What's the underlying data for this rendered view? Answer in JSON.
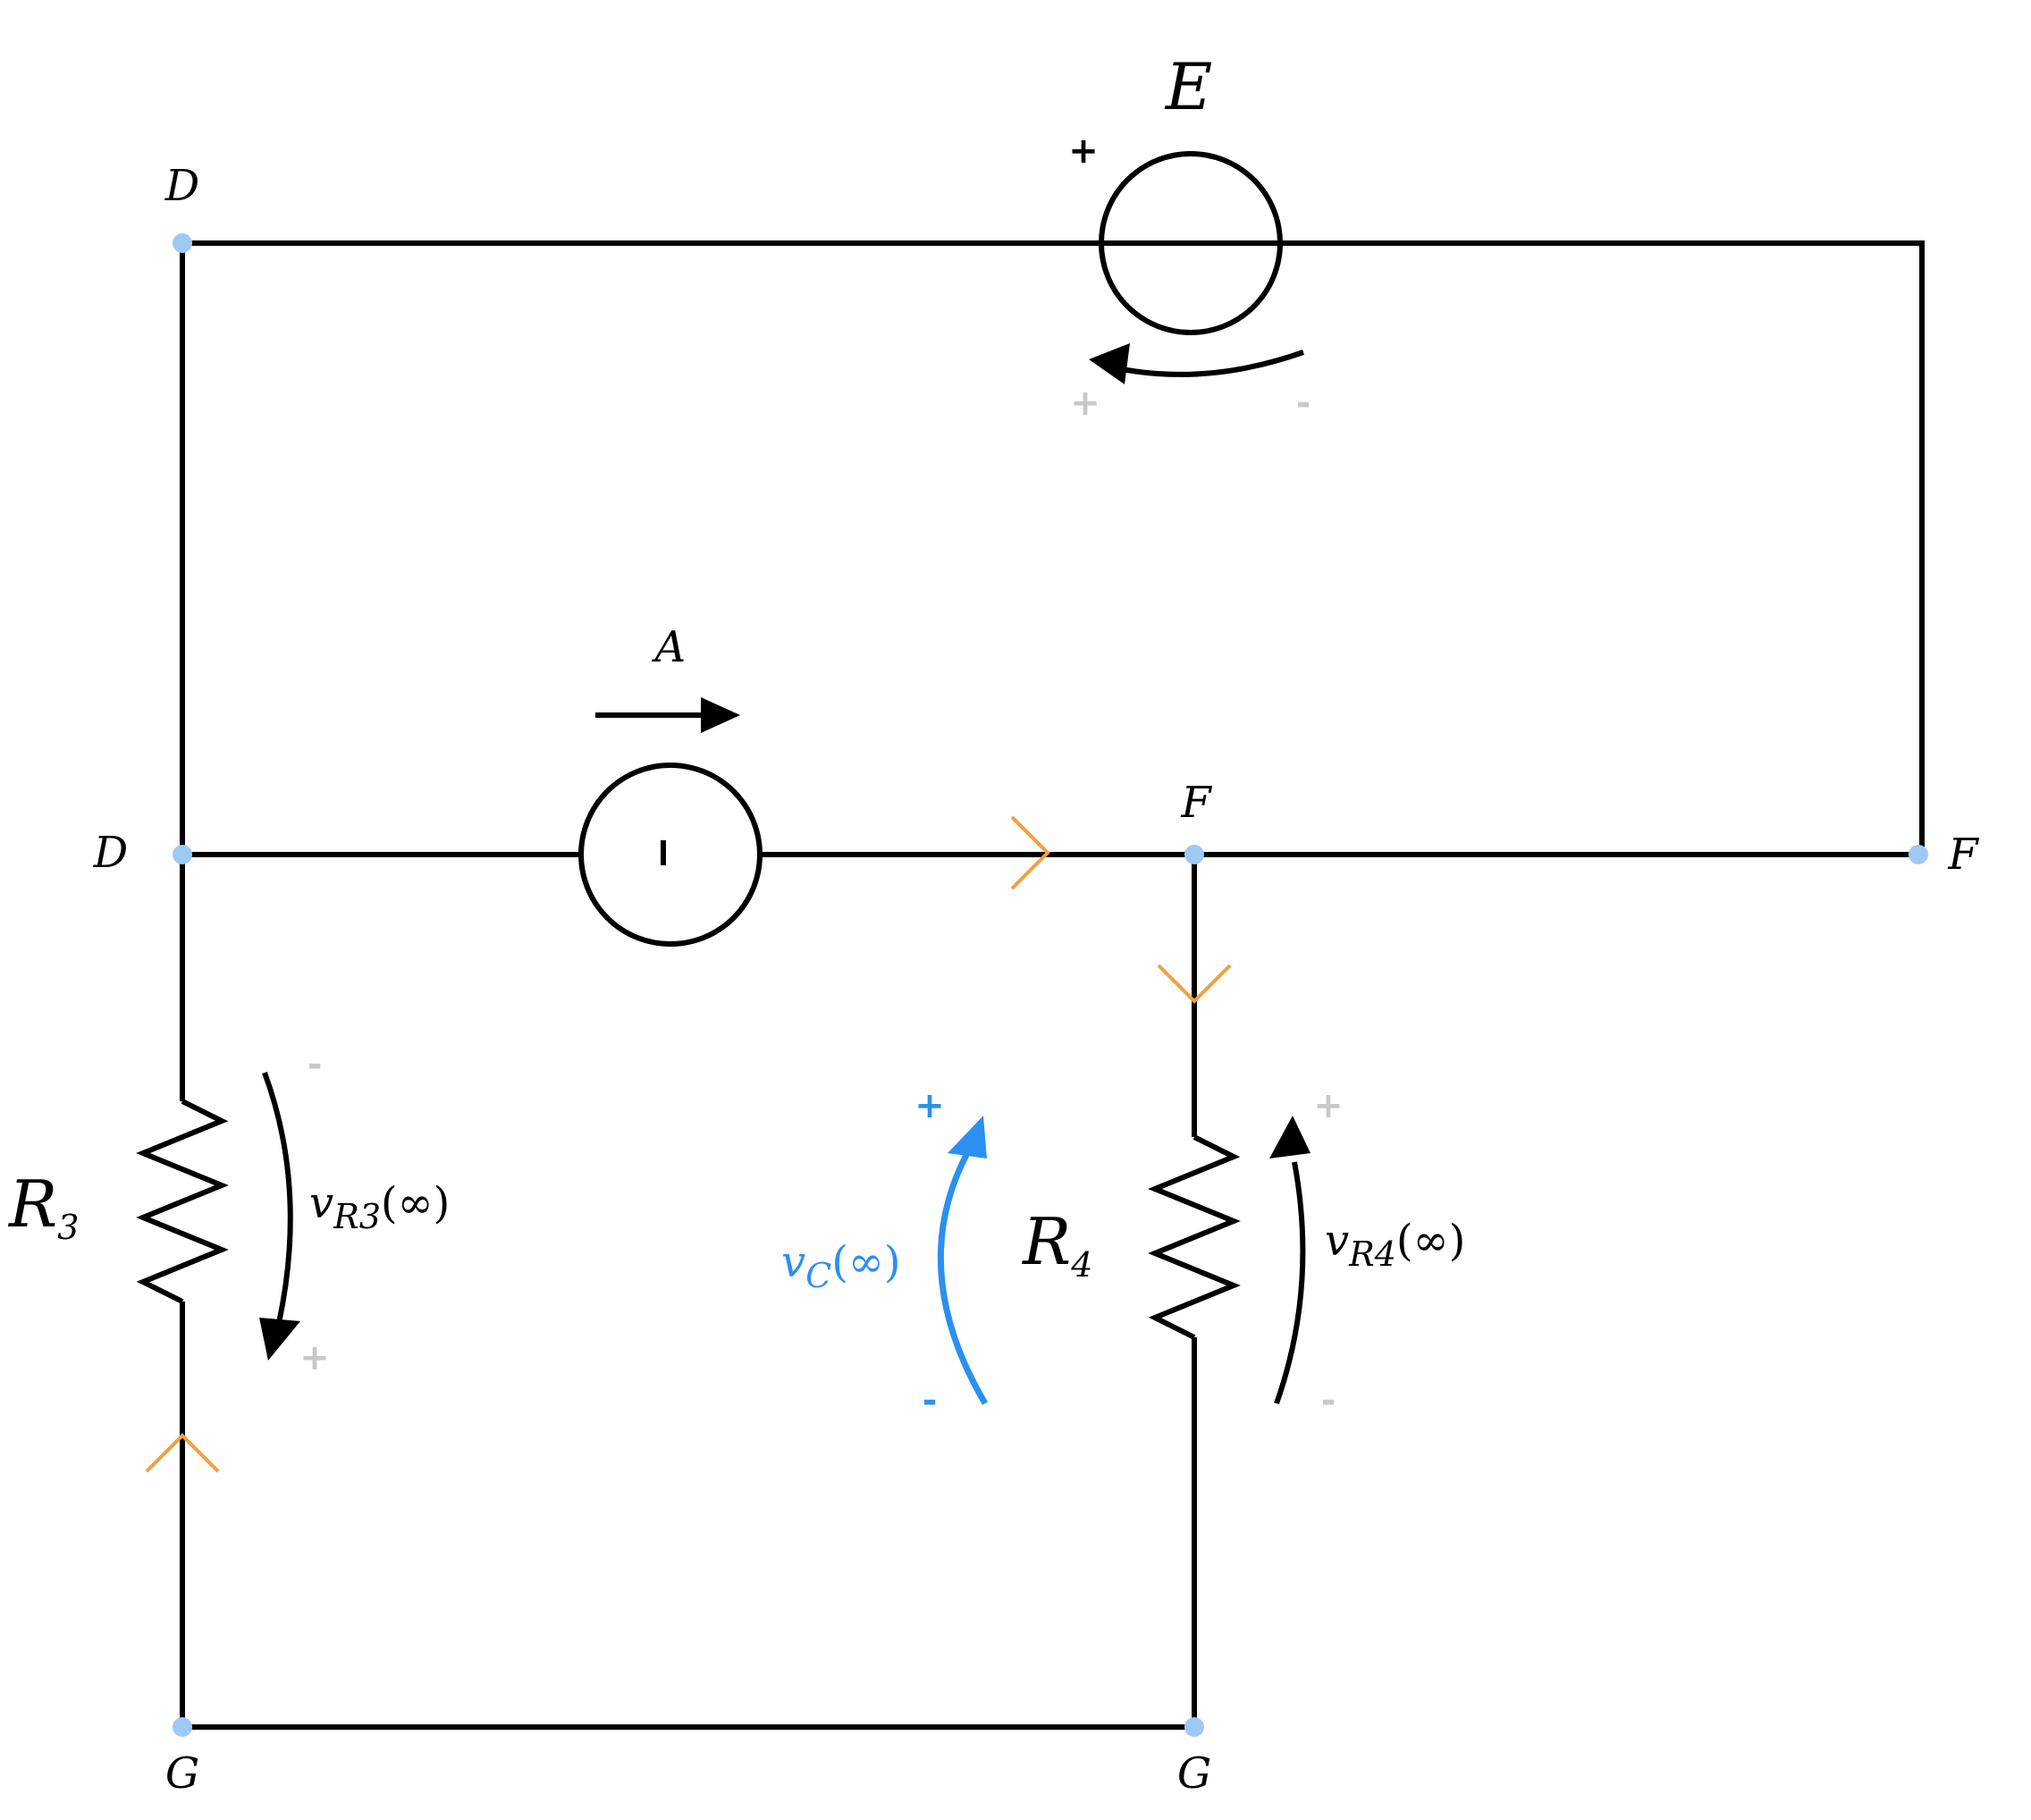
{
  "nodes": {
    "d_top": "D",
    "d_mid": "D",
    "f_mid": "F",
    "f_right": "F",
    "g_left": "G",
    "g_right": "G"
  },
  "voltage_source": {
    "label": "E",
    "plus_sign": "+",
    "arrow_plus": "+",
    "arrow_minus": "-"
  },
  "current_source": {
    "label": "A"
  },
  "resistor_r3": {
    "label": "R",
    "subscript": "3",
    "voltage_label": "v",
    "voltage_subscript": "R3",
    "voltage_arg": "(∞)",
    "plus": "+",
    "minus": "-"
  },
  "resistor_r4": {
    "label": "R",
    "subscript": "4",
    "voltage_label": "v",
    "voltage_subscript": "R4",
    "voltage_arg": "(∞)",
    "plus": "+",
    "minus": "-"
  },
  "capacitor_voltage": {
    "voltage_label": "v",
    "voltage_subscript": "C",
    "voltage_arg": "(∞)",
    "plus": "+",
    "minus": "-",
    "color": "#2b90f0"
  },
  "colors": {
    "wire": "#000000",
    "node": "#9ec9f5",
    "current_marker": "#f0a040",
    "sign_grey": "#c8c8c8"
  }
}
